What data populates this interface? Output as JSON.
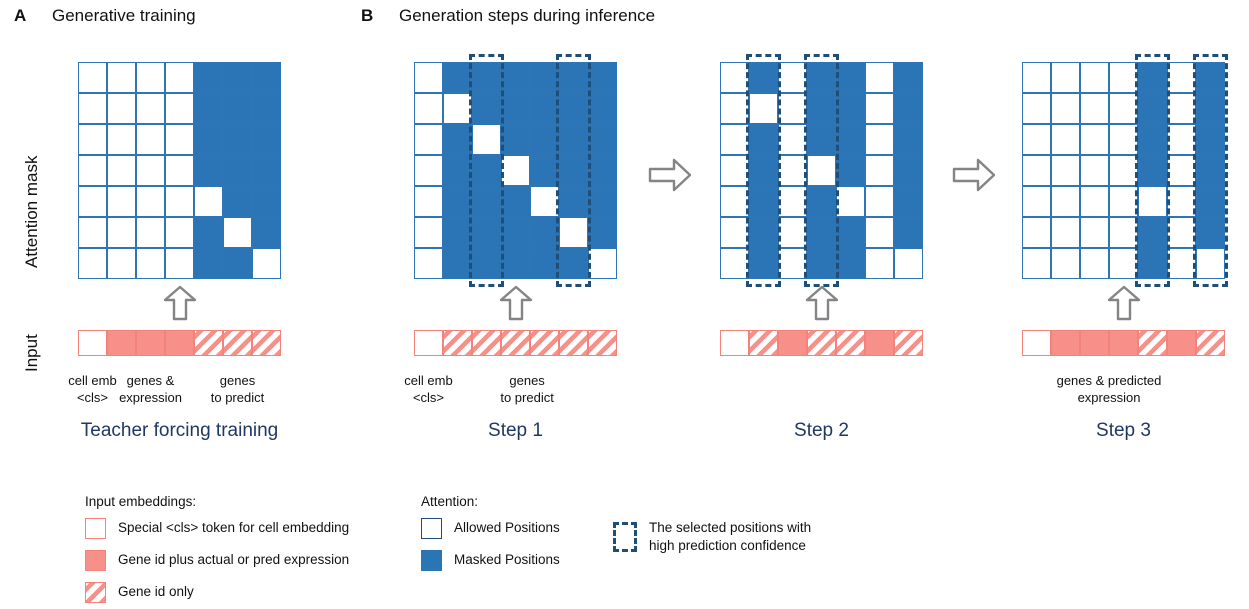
{
  "figure": {
    "panels": [
      {
        "letter": "A",
        "title": "Generative training"
      },
      {
        "letter": "B",
        "title": "Generation steps during inference"
      }
    ],
    "axis_labels": {
      "attention": "Attention mask",
      "input": "Input"
    },
    "colors": {
      "masked_blue": "#2B74B5",
      "grid_border_blue": "#2E75B6",
      "selection_dash_blue": "#1F4E79",
      "label_navy": "#1F3864",
      "token_salmon": "#F8908A",
      "token_border_salmon": "#F4817A",
      "arrow_gray": "#808080"
    }
  },
  "diagrams": [
    {
      "id": "teacher-forcing",
      "step_label": "Teacher forcing training",
      "grid_size": 7,
      "mask": [
        [
          0,
          0,
          0,
          0,
          1,
          1,
          1
        ],
        [
          0,
          0,
          0,
          0,
          1,
          1,
          1
        ],
        [
          0,
          0,
          0,
          0,
          1,
          1,
          1
        ],
        [
          0,
          0,
          0,
          0,
          1,
          1,
          1
        ],
        [
          0,
          0,
          0,
          0,
          0,
          1,
          1
        ],
        [
          0,
          0,
          0,
          0,
          1,
          0,
          1
        ],
        [
          0,
          0,
          0,
          0,
          1,
          1,
          0
        ]
      ],
      "selected_columns": [],
      "tokens": [
        "cls",
        "solid",
        "solid",
        "solid",
        "hatch",
        "hatch",
        "hatch"
      ],
      "captions": [
        {
          "text": "cell emb\n<cls>",
          "center_col": 0.5
        },
        {
          "text": "genes &\nexpression",
          "center_col": 2.5
        },
        {
          "text": "genes\nto predict",
          "center_col": 5.5
        }
      ]
    },
    {
      "id": "step-1",
      "step_label": "Step 1",
      "grid_size": 7,
      "mask": [
        [
          0,
          1,
          1,
          1,
          1,
          1,
          1
        ],
        [
          0,
          0,
          1,
          1,
          1,
          1,
          1
        ],
        [
          0,
          1,
          0,
          1,
          1,
          1,
          1
        ],
        [
          0,
          1,
          1,
          0,
          1,
          1,
          1
        ],
        [
          0,
          1,
          1,
          1,
          0,
          1,
          1
        ],
        [
          0,
          1,
          1,
          1,
          1,
          0,
          1
        ],
        [
          0,
          1,
          1,
          1,
          1,
          1,
          0
        ]
      ],
      "selected_columns": [
        2,
        5
      ],
      "tokens": [
        "cls",
        "hatch",
        "hatch",
        "hatch",
        "hatch",
        "hatch",
        "hatch"
      ],
      "captions": [
        {
          "text": "cell emb\n<cls>",
          "center_col": 0.5
        },
        {
          "text": "genes\nto predict",
          "center_col": 3.9
        }
      ]
    },
    {
      "id": "step-2",
      "step_label": "Step 2",
      "grid_size": 7,
      "mask": [
        [
          0,
          1,
          0,
          1,
          1,
          0,
          1
        ],
        [
          0,
          0,
          0,
          1,
          1,
          0,
          1
        ],
        [
          0,
          1,
          0,
          1,
          1,
          0,
          1
        ],
        [
          0,
          1,
          0,
          0,
          1,
          0,
          1
        ],
        [
          0,
          1,
          0,
          1,
          0,
          0,
          1
        ],
        [
          0,
          1,
          0,
          1,
          1,
          0,
          1
        ],
        [
          0,
          1,
          0,
          1,
          1,
          0,
          0
        ]
      ],
      "selected_columns": [
        1,
        3
      ],
      "tokens": [
        "cls",
        "hatch",
        "solid",
        "hatch",
        "hatch",
        "solid",
        "hatch"
      ],
      "captions": []
    },
    {
      "id": "step-3",
      "step_label": "Step 3",
      "grid_size": 7,
      "mask": [
        [
          0,
          0,
          0,
          0,
          1,
          0,
          1
        ],
        [
          0,
          0,
          0,
          0,
          1,
          0,
          1
        ],
        [
          0,
          0,
          0,
          0,
          1,
          0,
          1
        ],
        [
          0,
          0,
          0,
          0,
          1,
          0,
          1
        ],
        [
          0,
          0,
          0,
          0,
          0,
          0,
          1
        ],
        [
          0,
          0,
          0,
          0,
          1,
          0,
          1
        ],
        [
          0,
          0,
          0,
          0,
          1,
          0,
          0
        ]
      ],
      "selected_columns": [
        4,
        6
      ],
      "tokens": [
        "cls",
        "solid",
        "solid",
        "solid",
        "hatch",
        "solid",
        "hatch"
      ],
      "captions": [
        {
          "text": "genes & predicted\nexpression",
          "center_col": 3.0
        }
      ]
    }
  ],
  "legend": {
    "input": {
      "heading": "Input embeddings:",
      "items": [
        {
          "swatch": "cls",
          "label": "Special <cls> token for cell embedding"
        },
        {
          "swatch": "gene",
          "label": "Gene id plus actual or pred expression"
        },
        {
          "swatch": "hatch",
          "label": "Gene id only"
        }
      ]
    },
    "attention": {
      "heading": "Attention:",
      "items": [
        {
          "swatch": "allowed",
          "label": "Allowed Positions"
        },
        {
          "swatch": "maskedsw",
          "label": "Masked Positions"
        }
      ]
    },
    "selection": {
      "swatch": "dashsel",
      "label": "The selected positions with\nhigh prediction confidence"
    }
  }
}
